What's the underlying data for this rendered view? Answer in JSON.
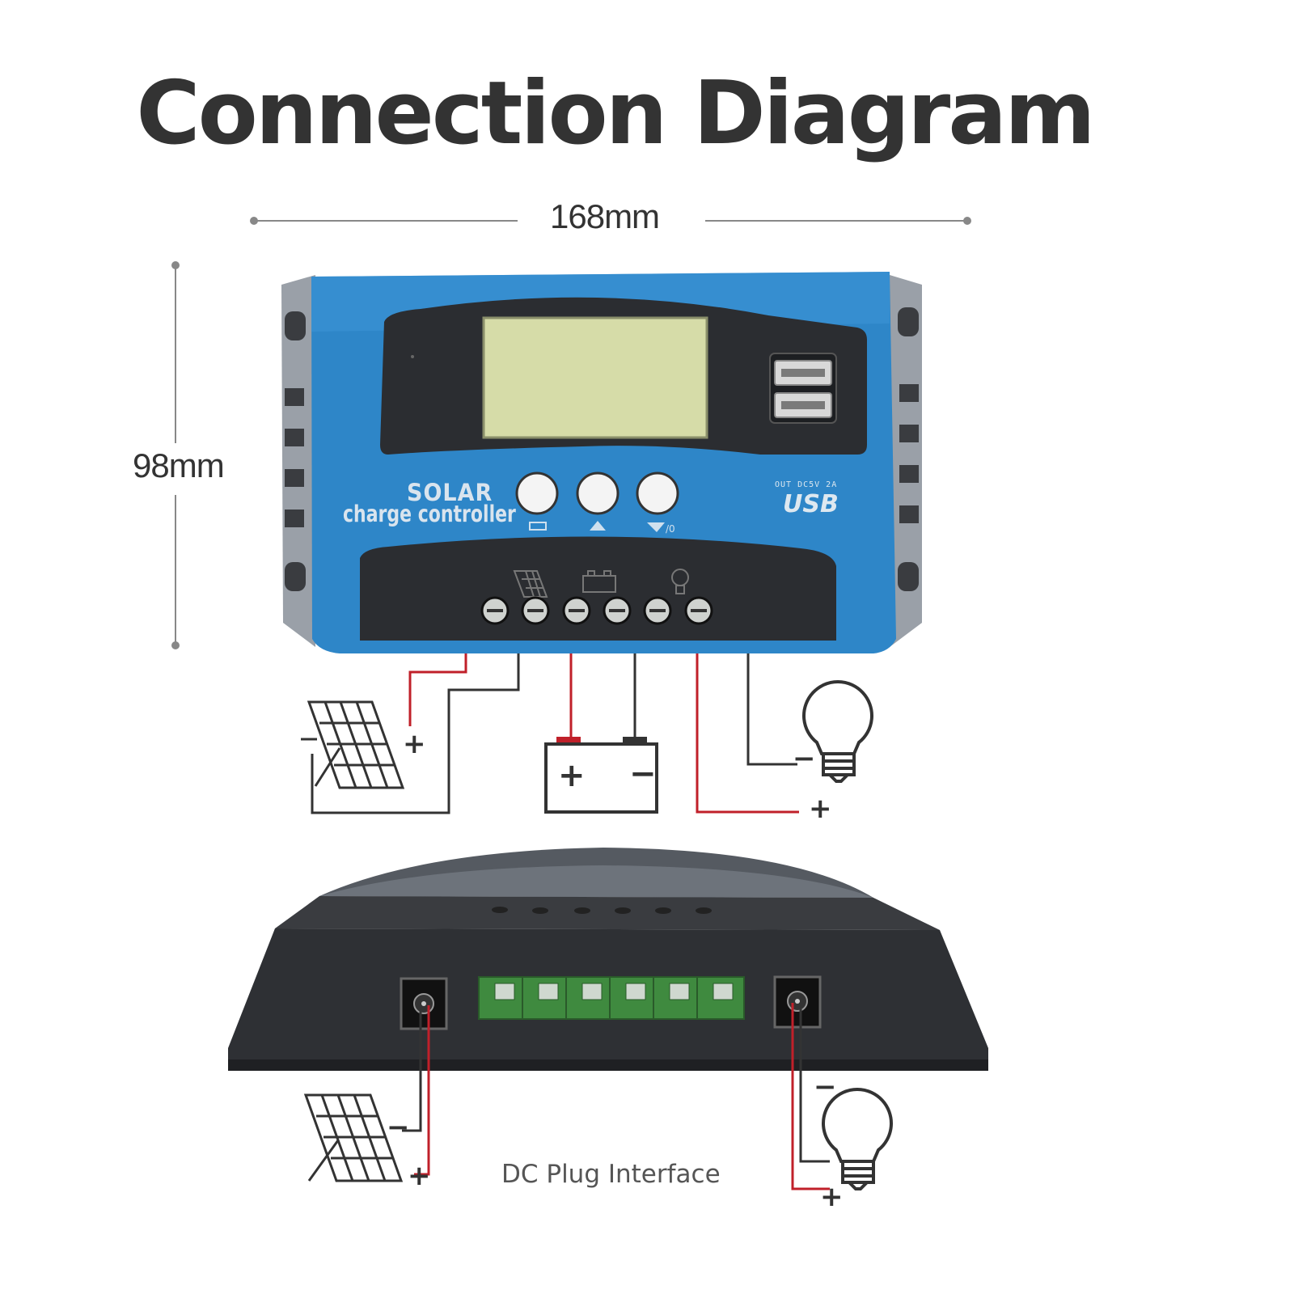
{
  "title": "Connection Diagram",
  "dimensions": {
    "width_label": "168mm",
    "height_label": "98mm"
  },
  "device": {
    "brand_line1": "SOLAR",
    "brand_line2": "charge controller",
    "usb_spec": "OUT DC5V 2A",
    "usb_label": "USB"
  },
  "terminal_labels": {
    "solar_plus": "+",
    "solar_minus": "−",
    "battery_plus": "+",
    "battery_minus": "−",
    "load_minus": "−",
    "load_plus": "+"
  },
  "dc_plug": {
    "caption": "DC Plug Interface",
    "solar_minus": "−",
    "solar_plus": "+",
    "load_minus": "−",
    "load_plus": "+"
  },
  "colors": {
    "positive_wire": "#c0202a",
    "negative_wire": "#333333",
    "housing_blue": "#2e86c8",
    "lcd": "#d6dca8",
    "terminal_green": "#3f8a3f"
  }
}
